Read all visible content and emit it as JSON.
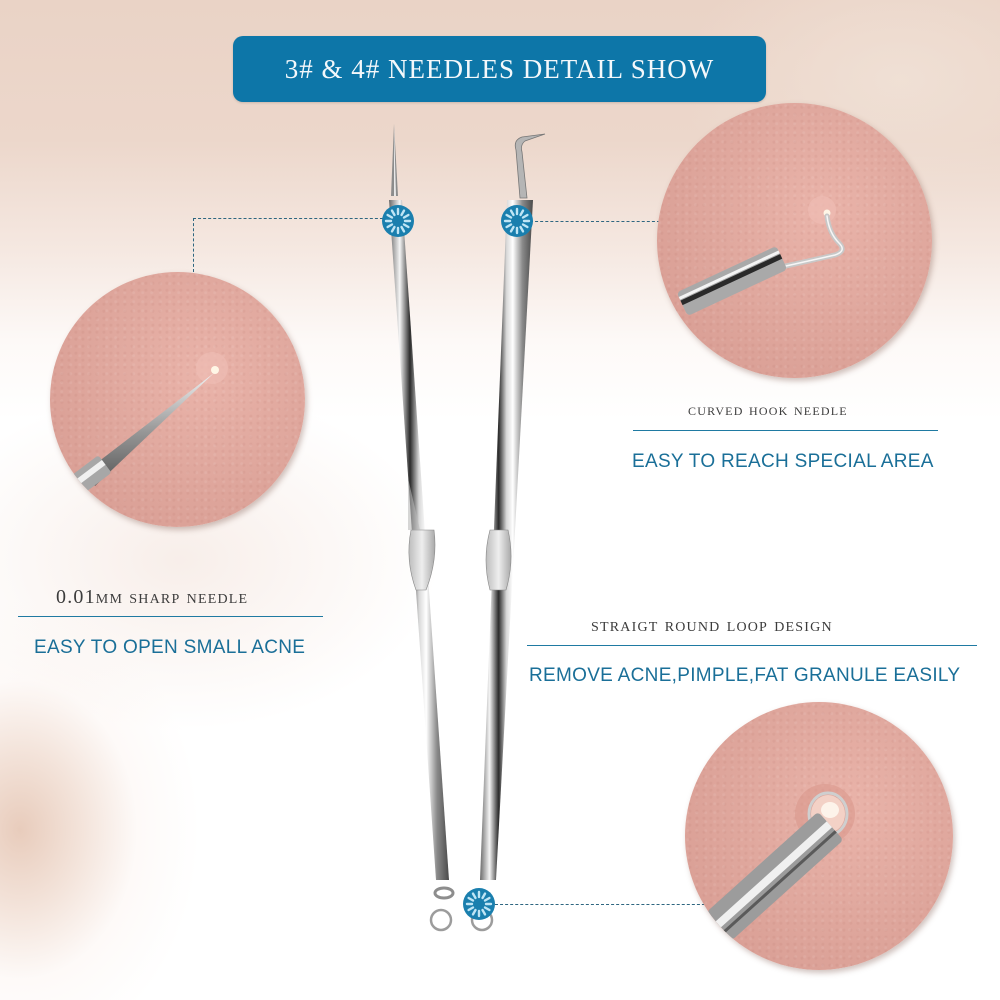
{
  "banner": {
    "title": "3# & 4# NEEDLES DETAIL SHOW",
    "background_color": "#0d76a8",
    "text_color": "#f4f8fb"
  },
  "features": [
    {
      "id": "sharp-needle",
      "title": "0.01MM SHARP NEEDLE",
      "subtitle": "EASY TO OPEN SMALL ACNE",
      "image": "closeup-sharp-needle-on-skin"
    },
    {
      "id": "curved-hook",
      "title": "CURVED HOOK NEEDLE",
      "subtitle": "EASY TO REACH SPECIAL AREA",
      "image": "closeup-curved-hook-on-skin"
    },
    {
      "id": "round-loop",
      "title": "STRAIGT ROUND LOOP DESIGN",
      "subtitle": "REMOVE ACNE,PIMPLE,FAT GRANULE EASILY",
      "image": "closeup-round-loop-on-skin"
    }
  ],
  "product": {
    "tools": [
      "sharp-needle-tool",
      "curved-hook-tool"
    ],
    "markers": [
      "marker-sharp-tip",
      "marker-hook-tip",
      "marker-loop-end"
    ]
  },
  "colors": {
    "accent": "#0d76a8",
    "caption_title": "#3c3c3c",
    "caption_subtitle": "#1a6f98",
    "divider": "#1f7aa2",
    "connector": "#2e6680",
    "skin": "#e0a89e"
  }
}
